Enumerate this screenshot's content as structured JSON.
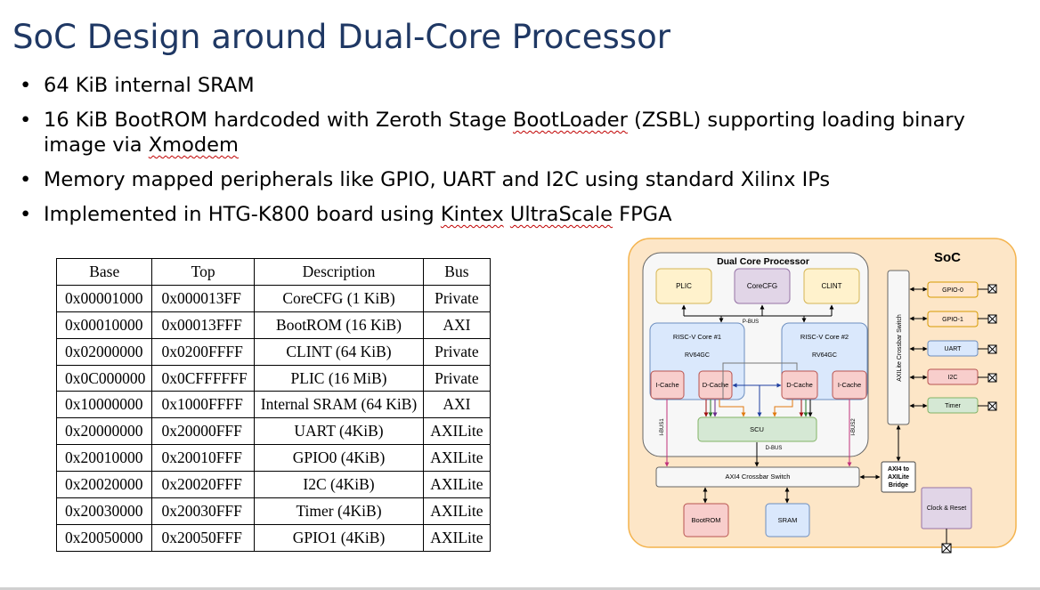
{
  "slide": {
    "title": "SoC Design around Dual-Core Processor",
    "bullets": [
      {
        "text": "64 KiB internal SRAM"
      },
      {
        "text": "16 KiB BootROM hardcoded with Zeroth Stage BootLoader (ZSBL) supporting loading binary image via Xmodem"
      },
      {
        "text": "Memory mapped peripherals like GPIO, UART and I2C using standard Xilinx IPs"
      },
      {
        "text": "Implemented in HTG-K800 board using Kintex UltraScale FPGA"
      }
    ]
  },
  "memory_map": {
    "headers": [
      "Base",
      "Top",
      "Description",
      "Bus"
    ],
    "rows": [
      [
        "0x00001000",
        "0x000013FF",
        "CoreCFG (1 KiB)",
        "Private"
      ],
      [
        "0x00010000",
        "0x00013FFF",
        "BootROM (16 KiB)",
        "AXI"
      ],
      [
        "0x02000000",
        "0x0200FFFF",
        "CLINT (64 KiB)",
        "Private"
      ],
      [
        "0x0C000000",
        "0x0CFFFFFF",
        "PLIC (16 MiB)",
        "Private"
      ],
      [
        "0x10000000",
        "0x1000FFFF",
        "Internal SRAM (64 KiB)",
        "AXI"
      ],
      [
        "0x20000000",
        "0x20000FFF",
        "UART (4KiB)",
        "AXILite"
      ],
      [
        "0x20010000",
        "0x20010FFF",
        "GPIO0 (4KiB)",
        "AXILite"
      ],
      [
        "0x20020000",
        "0x20020FFF",
        "I2C (4KiB)",
        "AXILite"
      ],
      [
        "0x20030000",
        "0x20030FFF",
        "Timer (4KiB)",
        "AXILite"
      ],
      [
        "0x20050000",
        "0x20050FFF",
        "GPIO1 (4KiB)",
        "AXILite"
      ]
    ]
  },
  "diagram": {
    "soc": "SoC",
    "dual_core": "Dual Core Processor",
    "plic": "PLIC",
    "corecfg": "CoreCFG",
    "clint": "CLINT",
    "pbus": "P-BUS",
    "core1": {
      "name": "RISC-V Core #1",
      "isa": "RV64GC"
    },
    "core2": {
      "name": "RISC-V Core #2",
      "isa": "RV64GC"
    },
    "icache": "I-Cache",
    "dcache": "D-Cache",
    "scu": "SCU",
    "dbus": "D-BUS",
    "ibus1": "I-BUS1",
    "ibus2": "I-BUS2",
    "axi4_switch": "AXI4 Crossbar Switch",
    "axilite_switch": "AXILite Crossbar Switch",
    "bridge": [
      "AXI4 to",
      "AXILite",
      "Bridge"
    ],
    "bootrom": "BootROM",
    "sram": "SRAM",
    "clock_reset": "Clock & Reset",
    "peripherals": [
      "GPIO-0",
      "GPIO-1",
      "UART",
      "I2C",
      "Timer"
    ],
    "colors": {
      "soc_fill": "#fde6c7",
      "soc_border": "#f4b34d",
      "proc_fill": "#f7f7f7",
      "core_fill": "#dae8fc",
      "core_border": "#6c8ebf",
      "corecfg_fill": "#e1d5e7",
      "corecfg_border": "#9673a6",
      "yellow_fill": "#fff2cc",
      "yellow_border": "#d6b656",
      "red_fill": "#f8cecc",
      "red_border": "#b85450",
      "green_fill": "#d5e8d4",
      "green_border": "#82b366",
      "orange_fill": "#ffe6cc",
      "orange_border": "#d79b00"
    }
  }
}
